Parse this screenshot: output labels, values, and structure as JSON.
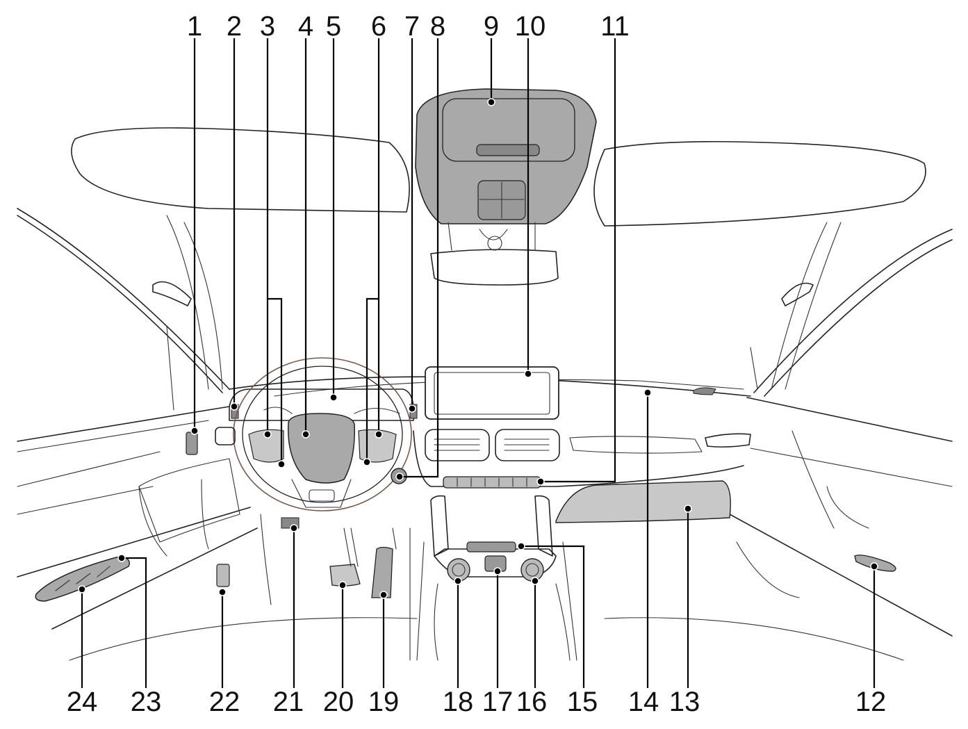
{
  "callouts_top": [
    "1",
    "2",
    "3",
    "4",
    "5",
    "6",
    "7",
    "8",
    "9",
    "10",
    "11"
  ],
  "callouts_bottom": [
    "24",
    "23",
    "22",
    "21",
    "20",
    "19",
    "18",
    "17",
    "16",
    "15",
    "14",
    "13",
    "12"
  ],
  "colors": {
    "line": "#222222",
    "shaded_part": "#a9a9a9",
    "shaded_light": "#c8c8c8",
    "background": "#ffffff"
  }
}
